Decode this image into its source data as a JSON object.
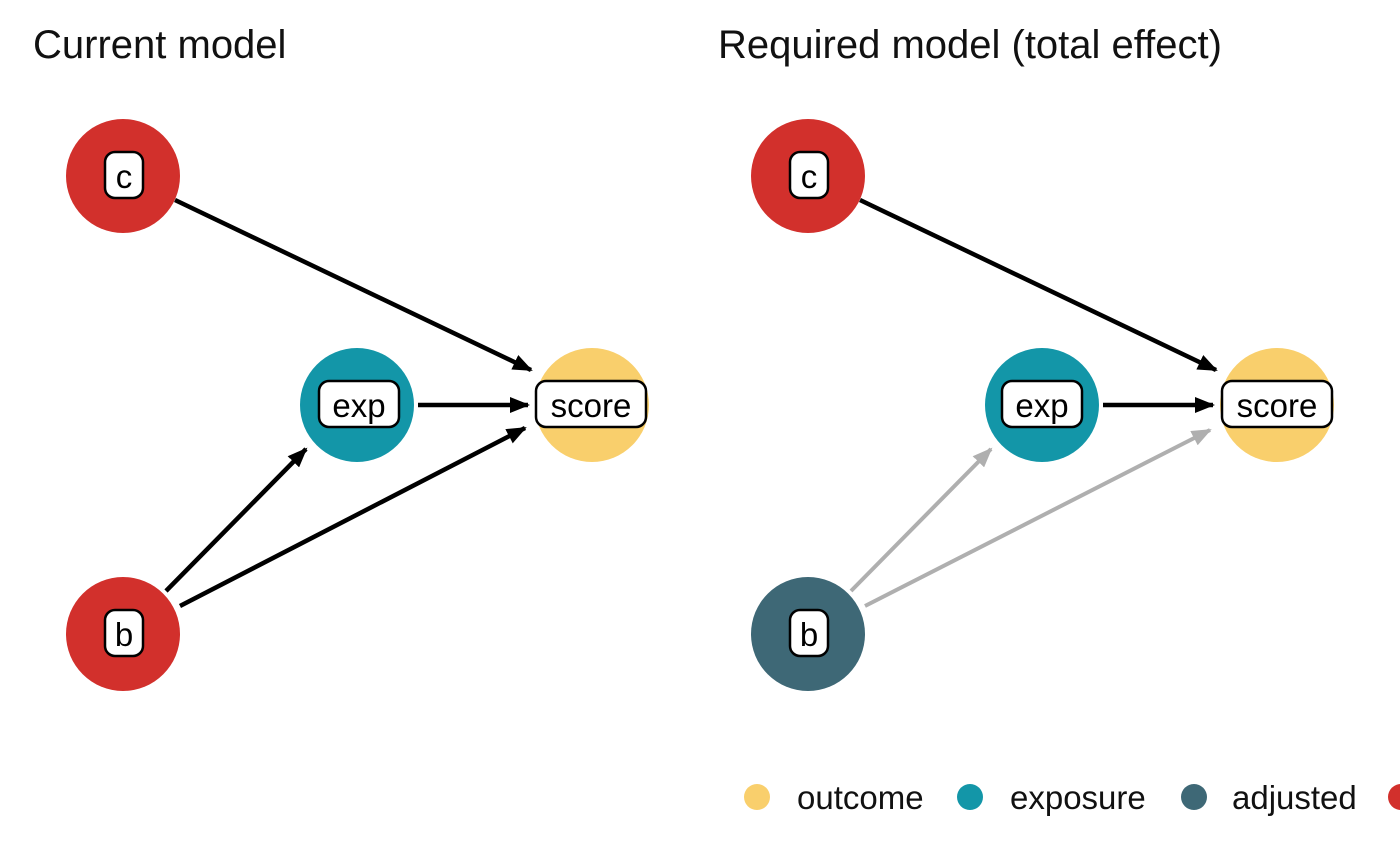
{
  "colors": {
    "red": "#D2302C",
    "teal": "#1396A8",
    "yellow": "#F9CF6C",
    "slate": "#3E6876",
    "edge_black": "#000000",
    "edge_gray": "#AFAFAF",
    "box_fill": "#FFFFFF",
    "box_border": "#000000",
    "text": "#111111"
  },
  "left_panel": {
    "title": "Current model",
    "nodes": {
      "c": {
        "label": "c",
        "color": "#D2302C"
      },
      "exp": {
        "label": "exp",
        "color": "#1396A8"
      },
      "score": {
        "label": "score",
        "color": "#F9CF6C"
      },
      "b": {
        "label": "b",
        "color": "#D2302C"
      }
    },
    "edges": [
      {
        "from": "c",
        "to": "score",
        "style": "black"
      },
      {
        "from": "exp",
        "to": "score",
        "style": "black"
      },
      {
        "from": "b",
        "to": "exp",
        "style": "black"
      },
      {
        "from": "b",
        "to": "score",
        "style": "black"
      }
    ]
  },
  "right_panel": {
    "title": "Required model (total effect)",
    "nodes": {
      "c": {
        "label": "c",
        "color": "#D2302C"
      },
      "exp": {
        "label": "exp",
        "color": "#1396A8"
      },
      "score": {
        "label": "score",
        "color": "#F9CF6C"
      },
      "b": {
        "label": "b",
        "color": "#3E6876"
      }
    },
    "edges": [
      {
        "from": "c",
        "to": "score",
        "style": "black"
      },
      {
        "from": "exp",
        "to": "score",
        "style": "black"
      },
      {
        "from": "b",
        "to": "exp",
        "style": "gray"
      },
      {
        "from": "b",
        "to": "score",
        "style": "gray"
      }
    ]
  },
  "legend": {
    "items": [
      {
        "label": "outcome",
        "color": "#F9CF6C"
      },
      {
        "label": "exposure",
        "color": "#1396A8"
      },
      {
        "label": "adjusted",
        "color": "#3E6876"
      },
      {
        "label": "",
        "color": "#D2302C"
      }
    ]
  }
}
